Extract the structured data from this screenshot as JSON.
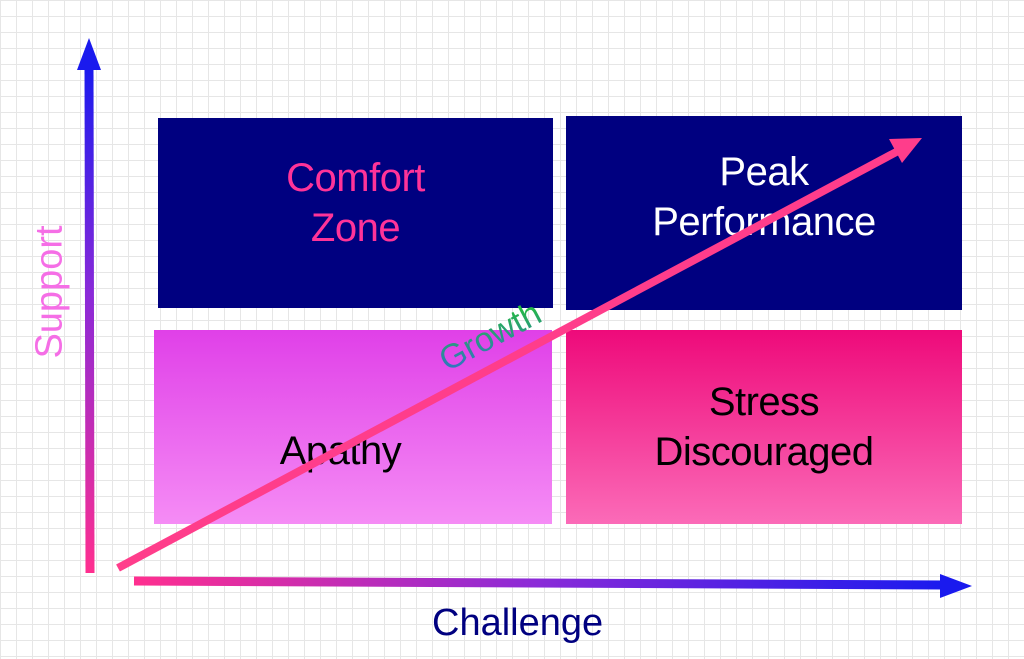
{
  "quadrants": {
    "comfort_zone": {
      "line1": "Comfort",
      "line2": "Zone"
    },
    "peak_performance": {
      "line1": "Peak",
      "line2": "Performance"
    },
    "apathy": {
      "line1": "Apathy"
    },
    "stress": {
      "line1": "Stress",
      "line2": "Discouraged"
    }
  },
  "axes": {
    "y_label": "Support",
    "x_label": "Challenge"
  },
  "growth": {
    "label": "Growth"
  },
  "colors": {
    "navy": "#000080",
    "pink_label": "#ff3399",
    "apathy_top": "#e040e8",
    "apathy_bottom": "#f58cf5",
    "stress_top": "#ee0a7a",
    "stress_bottom": "#fb6bb8",
    "axis_blue": "#2020ee",
    "axis_pink": "#ff3399",
    "growth_arrow": "#ff3d8b",
    "support_label": "#f56ee6",
    "challenge_label": "#000080"
  }
}
